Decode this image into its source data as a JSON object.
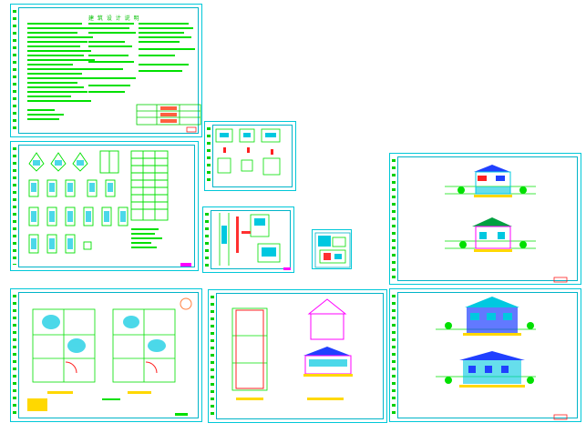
{
  "sheets": [
    {
      "id": "specs"
    },
    {
      "id": "windows"
    },
    {
      "id": "details-top"
    },
    {
      "id": "details-mid"
    },
    {
      "id": "small-details"
    },
    {
      "id": "elevations-right-top"
    },
    {
      "id": "floor-plans"
    },
    {
      "id": "sections"
    },
    {
      "id": "elevations-right-bottom"
    }
  ],
  "specs_title": "建 筑 设 计 说 明",
  "colors": {
    "frame": "#00c8d8",
    "text": "#00e000",
    "red": "#ff2020",
    "magenta": "#ff00ff",
    "yellow": "#ffd800",
    "blue": "#2040ff",
    "cyan": "#00d0e0"
  }
}
